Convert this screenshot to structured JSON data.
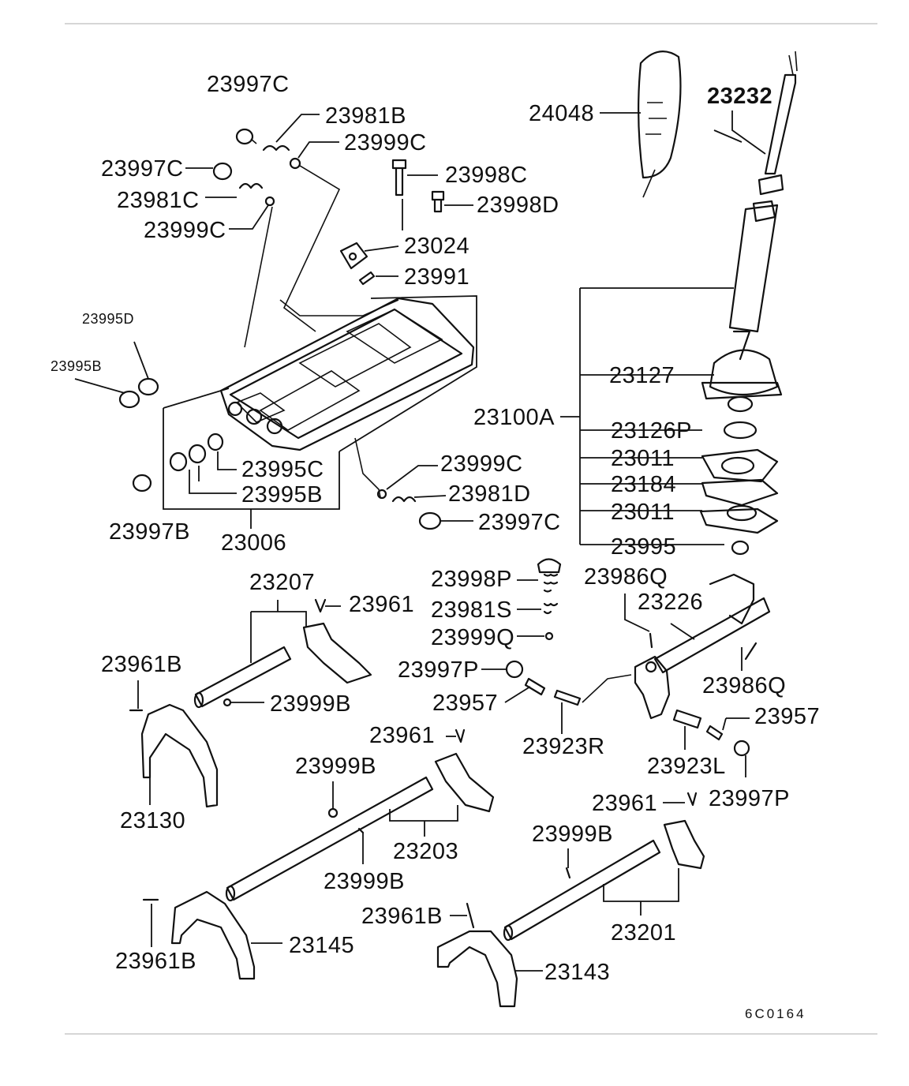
{
  "diagram": {
    "code": "6C0164",
    "labels": {
      "l_23997C_top": "23997C",
      "l_23981B": "23981B",
      "l_23999C_top": "23999C",
      "l_23997C_mid": "23997C",
      "l_23998C": "23998C",
      "l_23981C": "23981C",
      "l_23998D": "23998D",
      "l_23999C_left": "23999C",
      "l_23024": "23024",
      "l_23991": "23991",
      "l_23995D": "23995D",
      "l_23995B_left": "23995B",
      "l_23995C": "23995C",
      "l_23995B_mid": "23995B",
      "l_23997B": "23997B",
      "l_23006": "23006",
      "l_23999C_right": "23999C",
      "l_23981D": "23981D",
      "l_23997C_right": "23997C",
      "l_24048": "24048",
      "l_23232": "23232",
      "l_23127": "23127",
      "l_23100A": "23100A",
      "l_23126P": "23126P",
      "l_23011_a": "23011",
      "l_23184": "23184",
      "l_23011_b": "23011",
      "l_23995": "23995",
      "l_23207": "23207",
      "l_23961_a": "23961",
      "l_23998P": "23998P",
      "l_23986Q_a": "23986Q",
      "l_23226": "23226",
      "l_23981S": "23981S",
      "l_23999Q": "23999Q",
      "l_23961B_a": "23961B",
      "l_23997P_a": "23997P",
      "l_23986Q_b": "23986Q",
      "l_23999B_a": "23999B",
      "l_23957_a": "23957",
      "l_23957_b": "23957",
      "l_23961_b": "23961",
      "l_23923R": "23923R",
      "l_23999B_b": "23999B",
      "l_23923L": "23923L",
      "l_23130": "23130",
      "l_23997P_b": "23997P",
      "l_23961_c": "23961",
      "l_23203": "23203",
      "l_23999B_c": "23999B",
      "l_23999B_d": "23999B",
      "l_23961B_b": "23961B",
      "l_23201": "23201",
      "l_23145": "23145",
      "l_23961B_c": "23961B",
      "l_23143": "23143"
    }
  }
}
